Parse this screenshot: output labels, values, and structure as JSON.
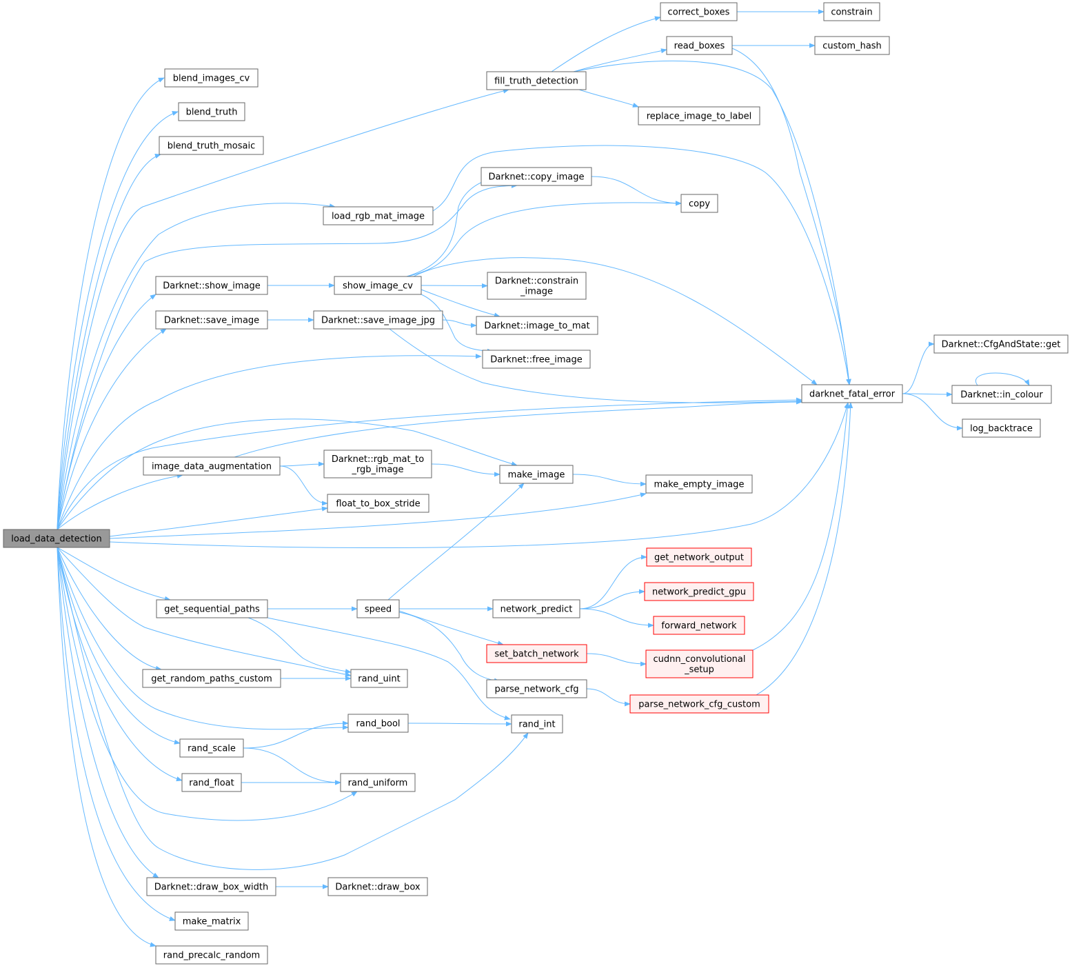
{
  "colors": {
    "edge": "#63b8ff",
    "node_border": "#666666",
    "root_fill": "#999999",
    "truncated_border": "#ff0000",
    "truncated_fill": "#fff0f0"
  },
  "nodes": {
    "load_data_detection": {
      "label": [
        "load_data_detection"
      ],
      "kind": "root"
    },
    "blend_images_cv": {
      "label": [
        "blend_images_cv"
      ]
    },
    "blend_truth": {
      "label": [
        "blend_truth"
      ]
    },
    "blend_truth_mosaic": {
      "label": [
        "blend_truth_mosaic"
      ]
    },
    "fill_truth_detection": {
      "label": [
        "fill_truth_detection"
      ]
    },
    "correct_boxes": {
      "label": [
        "correct_boxes"
      ]
    },
    "constrain": {
      "label": [
        "constrain"
      ]
    },
    "read_boxes": {
      "label": [
        "read_boxes"
      ]
    },
    "custom_hash": {
      "label": [
        "custom_hash"
      ]
    },
    "replace_image_to_label": {
      "label": [
        "replace_image_to_label"
      ]
    },
    "load_rgb_mat_image": {
      "label": [
        "load_rgb_mat_image"
      ]
    },
    "copy_image": {
      "label": [
        "Darknet::copy_image"
      ]
    },
    "copy": {
      "label": [
        "copy"
      ]
    },
    "show_image": {
      "label": [
        "Darknet::show_image"
      ]
    },
    "show_image_cv": {
      "label": [
        "show_image_cv"
      ]
    },
    "constrain_image": {
      "label": [
        "Darknet::constrain",
        "_image"
      ]
    },
    "save_image": {
      "label": [
        "Darknet::save_image"
      ]
    },
    "save_image_jpg": {
      "label": [
        "Darknet::save_image_jpg"
      ]
    },
    "image_to_mat": {
      "label": [
        "Darknet::image_to_mat"
      ]
    },
    "free_image": {
      "label": [
        "Darknet::free_image"
      ]
    },
    "cfg_get": {
      "label": [
        "Darknet::CfgAndState::get"
      ]
    },
    "darknet_fatal_error": {
      "label": [
        "darknet_fatal_error"
      ]
    },
    "in_colour": {
      "label": [
        "Darknet::in_colour"
      ]
    },
    "log_backtrace": {
      "label": [
        "log_backtrace"
      ]
    },
    "image_data_augmentation": {
      "label": [
        "image_data_augmentation"
      ]
    },
    "rgb_mat_to_rgb_image": {
      "label": [
        "Darknet::rgb_mat_to",
        "_rgb_image"
      ]
    },
    "make_image": {
      "label": [
        "make_image"
      ]
    },
    "make_empty_image": {
      "label": [
        "make_empty_image"
      ]
    },
    "float_to_box_stride": {
      "label": [
        "float_to_box_stride"
      ]
    },
    "get_network_output": {
      "label": [
        "get_network_output"
      ],
      "kind": "truncated"
    },
    "network_predict_gpu": {
      "label": [
        "network_predict_gpu"
      ],
      "kind": "truncated"
    },
    "get_sequential_paths": {
      "label": [
        "get_sequential_paths"
      ]
    },
    "speed": {
      "label": [
        "speed"
      ]
    },
    "network_predict": {
      "label": [
        "network_predict"
      ]
    },
    "forward_network": {
      "label": [
        "forward_network"
      ],
      "kind": "truncated"
    },
    "set_batch_network": {
      "label": [
        "set_batch_network"
      ],
      "kind": "truncated"
    },
    "cudnn_convolutional_setup": {
      "label": [
        "cudnn_convolutional",
        "_setup"
      ],
      "kind": "truncated"
    },
    "get_random_paths_custom": {
      "label": [
        "get_random_paths_custom"
      ]
    },
    "rand_uint": {
      "label": [
        "rand_uint"
      ]
    },
    "parse_network_cfg": {
      "label": [
        "parse_network_cfg"
      ]
    },
    "parse_network_cfg_custom": {
      "label": [
        "parse_network_cfg_custom"
      ],
      "kind": "truncated"
    },
    "rand_bool": {
      "label": [
        "rand_bool"
      ]
    },
    "rand_int": {
      "label": [
        "rand_int"
      ]
    },
    "rand_scale": {
      "label": [
        "rand_scale"
      ]
    },
    "rand_float": {
      "label": [
        "rand_float"
      ]
    },
    "rand_uniform": {
      "label": [
        "rand_uniform"
      ]
    },
    "draw_box_width": {
      "label": [
        "Darknet::draw_box_width"
      ]
    },
    "draw_box": {
      "label": [
        "Darknet::draw_box"
      ]
    },
    "make_matrix": {
      "label": [
        "make_matrix"
      ]
    },
    "rand_precalc_random": {
      "label": [
        "rand_precalc_random"
      ]
    }
  },
  "edges": [
    [
      "load_data_detection",
      "blend_images_cv"
    ],
    [
      "load_data_detection",
      "blend_truth"
    ],
    [
      "load_data_detection",
      "blend_truth_mosaic"
    ],
    [
      "load_data_detection",
      "fill_truth_detection"
    ],
    [
      "load_data_detection",
      "load_rgb_mat_image"
    ],
    [
      "load_data_detection",
      "copy_image"
    ],
    [
      "load_data_detection",
      "show_image"
    ],
    [
      "load_data_detection",
      "save_image"
    ],
    [
      "load_data_detection",
      "free_image"
    ],
    [
      "load_data_detection",
      "darknet_fatal_error"
    ],
    [
      "load_data_detection",
      "make_image"
    ],
    [
      "load_data_detection",
      "image_data_augmentation"
    ],
    [
      "load_data_detection",
      "float_to_box_stride"
    ],
    [
      "load_data_detection",
      "make_empty_image"
    ],
    [
      "load_data_detection",
      "get_sequential_paths"
    ],
    [
      "load_data_detection",
      "rand_uint"
    ],
    [
      "load_data_detection",
      "get_random_paths_custom"
    ],
    [
      "load_data_detection",
      "rand_bool"
    ],
    [
      "load_data_detection",
      "rand_scale"
    ],
    [
      "load_data_detection",
      "rand_float"
    ],
    [
      "load_data_detection",
      "rand_uniform"
    ],
    [
      "load_data_detection",
      "rand_int"
    ],
    [
      "load_data_detection",
      "draw_box_width"
    ],
    [
      "load_data_detection",
      "make_matrix"
    ],
    [
      "load_data_detection",
      "rand_precalc_random"
    ],
    [
      "fill_truth_detection",
      "correct_boxes"
    ],
    [
      "fill_truth_detection",
      "read_boxes"
    ],
    [
      "fill_truth_detection",
      "darknet_fatal_error"
    ],
    [
      "fill_truth_detection",
      "replace_image_to_label"
    ],
    [
      "correct_boxes",
      "constrain"
    ],
    [
      "read_boxes",
      "custom_hash"
    ],
    [
      "read_boxes",
      "darknet_fatal_error"
    ],
    [
      "load_rgb_mat_image",
      "darknet_fatal_error"
    ],
    [
      "copy_image",
      "copy"
    ],
    [
      "show_image",
      "show_image_cv"
    ],
    [
      "show_image_cv",
      "copy_image"
    ],
    [
      "show_image_cv",
      "copy"
    ],
    [
      "show_image_cv",
      "constrain_image"
    ],
    [
      "show_image_cv",
      "image_to_mat"
    ],
    [
      "show_image_cv",
      "free_image"
    ],
    [
      "show_image_cv",
      "darknet_fatal_error"
    ],
    [
      "save_image",
      "save_image_jpg"
    ],
    [
      "save_image_jpg",
      "image_to_mat"
    ],
    [
      "save_image_jpg",
      "darknet_fatal_error"
    ],
    [
      "darknet_fatal_error",
      "cfg_get"
    ],
    [
      "darknet_fatal_error",
      "in_colour"
    ],
    [
      "darknet_fatal_error",
      "log_backtrace"
    ],
    [
      "in_colour",
      "in_colour"
    ],
    [
      "image_data_augmentation",
      "rgb_mat_to_rgb_image"
    ],
    [
      "image_data_augmentation",
      "float_to_box_stride"
    ],
    [
      "image_data_augmentation",
      "darknet_fatal_error"
    ],
    [
      "rgb_mat_to_rgb_image",
      "make_image"
    ],
    [
      "make_image",
      "make_empty_image"
    ],
    [
      "get_sequential_paths",
      "speed"
    ],
    [
      "get_sequential_paths",
      "rand_uint"
    ],
    [
      "get_sequential_paths",
      "rand_int"
    ],
    [
      "speed",
      "make_image"
    ],
    [
      "speed",
      "network_predict"
    ],
    [
      "speed",
      "set_batch_network"
    ],
    [
      "speed",
      "parse_network_cfg"
    ],
    [
      "network_predict",
      "get_network_output"
    ],
    [
      "network_predict",
      "network_predict_gpu"
    ],
    [
      "network_predict",
      "forward_network"
    ],
    [
      "set_batch_network",
      "cudnn_convolutional_setup"
    ],
    [
      "cudnn_convolutional_setup",
      "darknet_fatal_error"
    ],
    [
      "parse_network_cfg",
      "parse_network_cfg_custom"
    ],
    [
      "parse_network_cfg_custom",
      "darknet_fatal_error"
    ],
    [
      "get_random_paths_custom",
      "rand_uint"
    ],
    [
      "rand_bool",
      "rand_int"
    ],
    [
      "rand_scale",
      "rand_bool"
    ],
    [
      "rand_scale",
      "rand_uniform"
    ],
    [
      "rand_float",
      "rand_uniform"
    ],
    [
      "draw_box_width",
      "draw_box"
    ]
  ]
}
